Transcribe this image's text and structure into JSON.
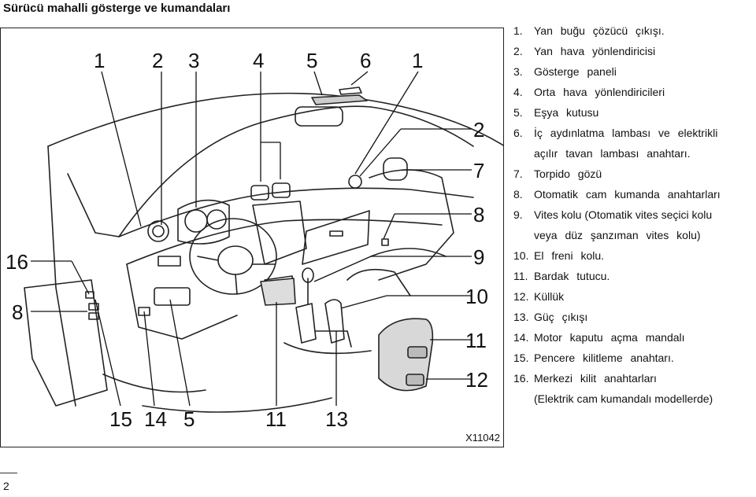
{
  "page": {
    "title": "Sürücü mahalli gösterge ve kumandaları",
    "page_number": "2"
  },
  "figure": {
    "code": "X11042",
    "callouts": [
      "1",
      "2",
      "3",
      "4",
      "5",
      "6",
      "1",
      "2",
      "7",
      "8",
      "9",
      "10",
      "11",
      "12",
      "16",
      "8",
      "15",
      "14",
      "5",
      "11",
      "13"
    ]
  },
  "legend": [
    {
      "num": "1.",
      "lines": [
        "Yan buğu çözücü çıkışı."
      ]
    },
    {
      "num": "2.",
      "lines": [
        "Yan hava yönlendiricisi"
      ]
    },
    {
      "num": "3.",
      "lines": [
        "Gösterge paneli"
      ]
    },
    {
      "num": "4.",
      "lines": [
        "Orta hava yönlendiricileri"
      ]
    },
    {
      "num": "5.",
      "lines": [
        "Eşya kutusu"
      ]
    },
    {
      "num": "6.",
      "lines": [
        "İç aydınlatma lambası ve elektrikli",
        "açılır tavan lambası anahtarı."
      ]
    },
    {
      "num": "7.",
      "lines": [
        "Torpido gözü"
      ]
    },
    {
      "num": "8.",
      "lines": [
        "Otomatik cam kumanda anahtarları"
      ]
    },
    {
      "num": "9.",
      "lines": [
        "Vites kolu (Otomatik vites seçici kolu",
        "veya düz şanzıman vites kolu)"
      ]
    },
    {
      "num": "10.",
      "lines": [
        "El freni kolu."
      ]
    },
    {
      "num": "11.",
      "lines": [
        "Bardak tutucu."
      ]
    },
    {
      "num": "12.",
      "lines": [
        "Küllük"
      ]
    },
    {
      "num": "13.",
      "lines": [
        "Güç çıkışı"
      ]
    },
    {
      "num": "14.",
      "lines": [
        "Motor kaputu açma mandalı"
      ]
    },
    {
      "num": "15.",
      "lines": [
        "Pencere kilitleme anahtarı."
      ]
    },
    {
      "num": "16.",
      "lines": [
        "Merkezi kilit anahtarları",
        "(Elektrik cam kumandalı modellerde)"
      ]
    }
  ]
}
